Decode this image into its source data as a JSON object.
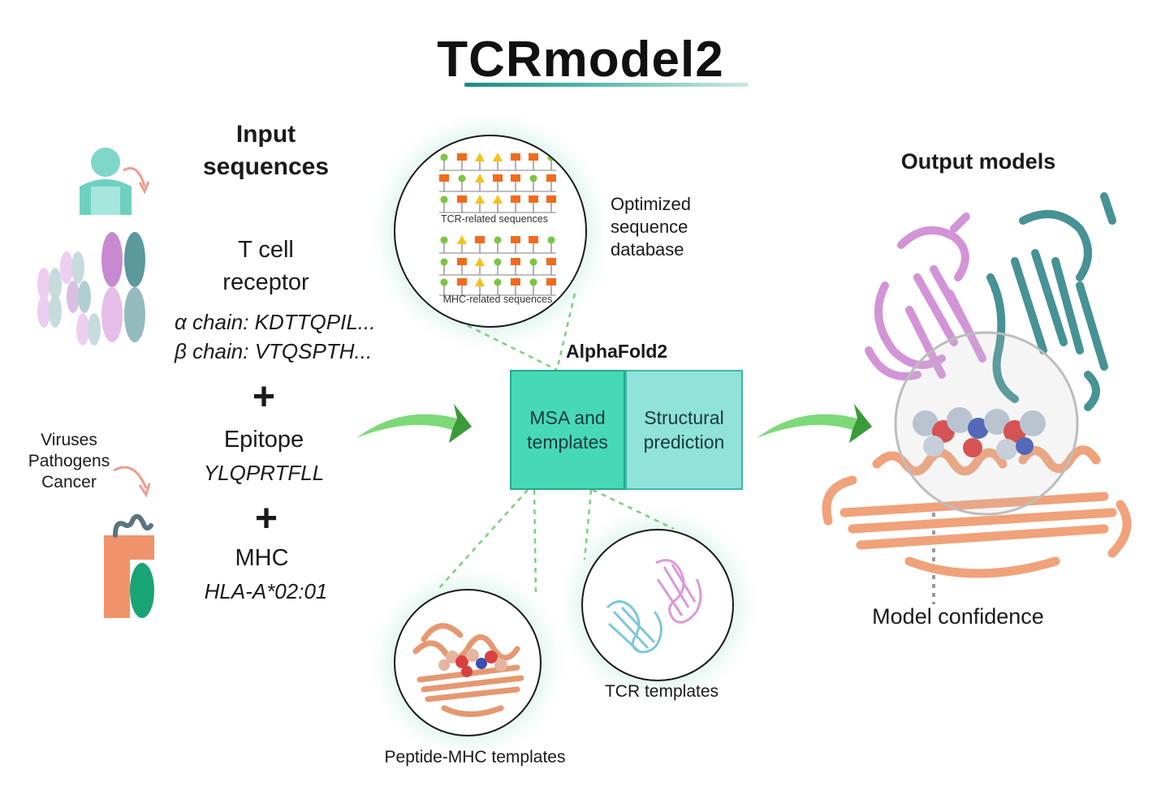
{
  "title": "TCRmodel2",
  "input": {
    "heading_line1": "Input",
    "heading_line2": "sequences",
    "tcr_line1": "T cell",
    "tcr_line2": "receptor",
    "alpha_label": "α chain:",
    "alpha_seq": "KDTTQPIL...",
    "beta_label": "β chain:",
    "beta_seq": "VTQSPTH...",
    "plus": "+",
    "epitope_label": "Epitope",
    "epitope_seq": "YLQPRTFLL",
    "mhc_label": "MHC",
    "mhc_allele": "HLA-A*02:01"
  },
  "sources": {
    "line1": "Viruses",
    "line2": "Pathogens",
    "line3": "Cancer"
  },
  "database": {
    "tcr_caption": "TCR-related sequences",
    "mhc_caption": "MHC-related sequences",
    "label_line1": "Optimized",
    "label_line2": "sequence",
    "label_line3": "database"
  },
  "alphafold": {
    "title": "AlphaFold2",
    "msa_line1": "MSA and",
    "msa_line2": "templates",
    "struct_line1": "Structural",
    "struct_line2": "prediction"
  },
  "templates": {
    "pmhc_label": "Peptide-MHC templates",
    "tcr_label": "TCR templates"
  },
  "output": {
    "heading": "Output models",
    "confidence_label": "Model confidence"
  },
  "colors": {
    "teal": "#4a9a98",
    "pink": "#d99ad8",
    "salmon": "#f0a27a",
    "mint": "#47d9b6",
    "arrow_green": "#6fd16a",
    "seq_green": "#7cc443",
    "seq_yellow": "#f3c21b",
    "seq_orange": "#f26b1d"
  }
}
